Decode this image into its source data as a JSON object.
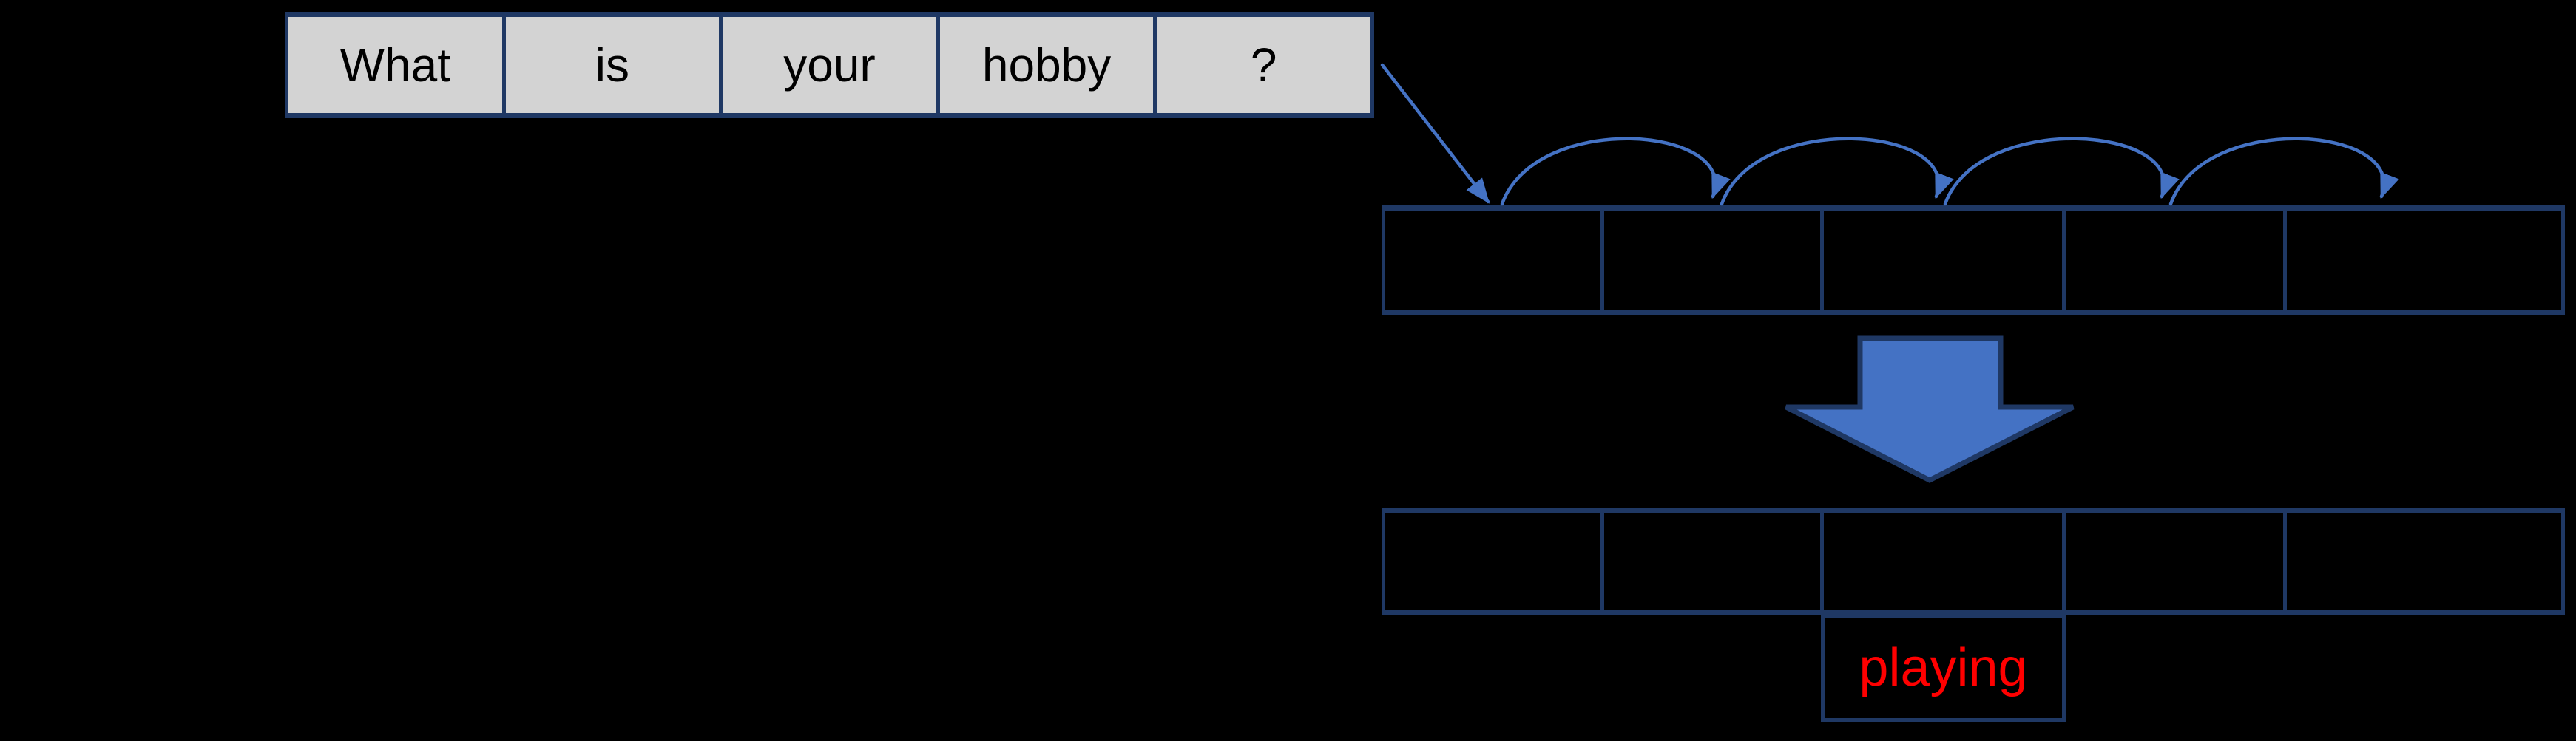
{
  "diagram": {
    "description": "sequence-to-label flow diagram on black background",
    "sentence": {
      "words": [
        "What",
        "is",
        "your",
        "hobby",
        "?"
      ]
    },
    "token_row": {
      "cell_count": 5
    },
    "output_row": {
      "cell_count": 5
    },
    "prediction": {
      "label": "playing"
    },
    "icons": {
      "connector_arrow": "diagonal-blue-arrow",
      "hop_arc_count": 4,
      "block_arrow": "block-arrow-down"
    },
    "colors": {
      "background": "#000000",
      "box_fill_gray": "#D3D3D3",
      "border_navy": "#1F3864",
      "arrow_blue": "#4472C4",
      "prediction_red": "#FF0000",
      "word_text": "#000000"
    }
  }
}
